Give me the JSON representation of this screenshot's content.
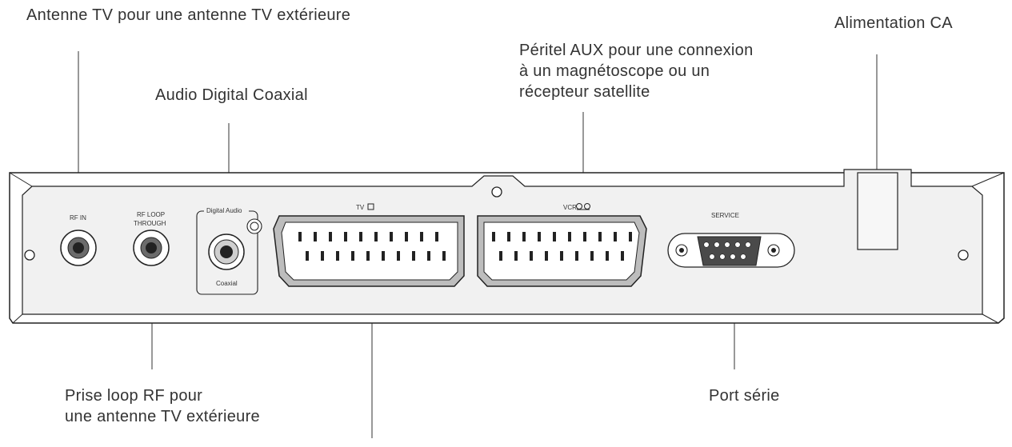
{
  "callouts": {
    "tv_antenna": "Antenne TV pour une antenne TV extérieure",
    "ac_power": "Alimentation CA",
    "scart_aux": "Péritel AUX pour une connexion\nà un magnétoscope ou un\nrécepteur satellite",
    "digital_audio": "Audio Digital Coaxial",
    "rf_loop": "Prise loop RF pour\nune antenne TV extérieure",
    "serial_port": "Port série"
  },
  "panel": {
    "rf_in": "RF IN",
    "rf_loop_line1": "RF  LOOP",
    "rf_loop_line2": "THROUGH",
    "digital_audio": "Digital Audio",
    "coaxial": "Coaxial",
    "tv": "TV",
    "vcr": "VCR",
    "service": "SERVICE"
  }
}
